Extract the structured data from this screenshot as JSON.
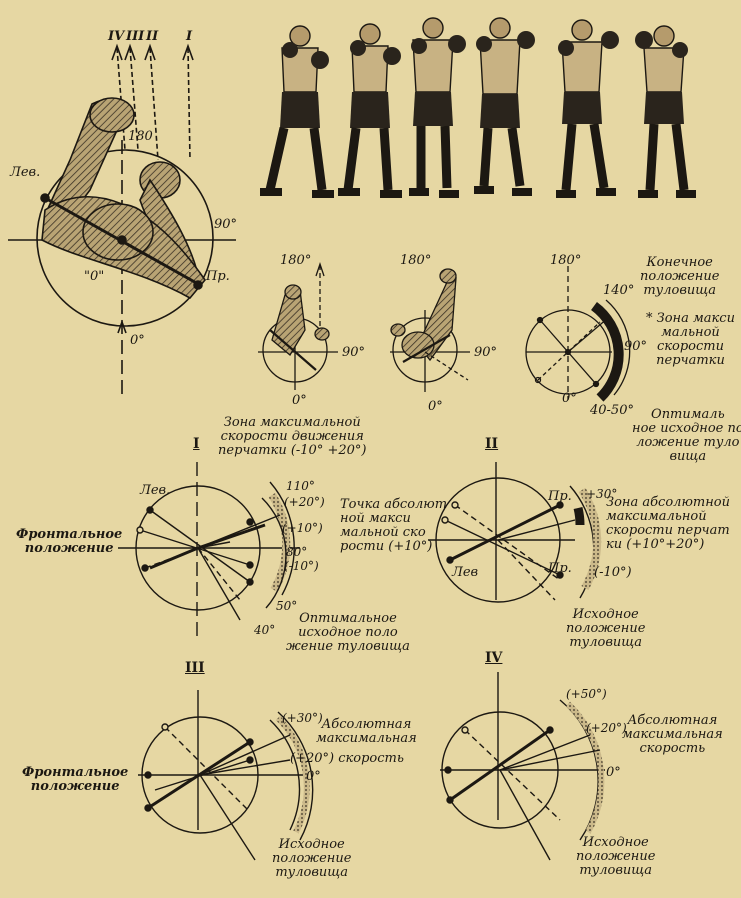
{
  "top_left": {
    "roman_labels": [
      "IV",
      "III",
      "II",
      "I"
    ],
    "label_left": "Лев.",
    "label_right": "Пр.",
    "deg_180": "180",
    "deg_90": "90°",
    "deg_0_center": "\"0\"",
    "deg_0_bottom": "0°"
  },
  "small_diagrams": {
    "left": {
      "deg_180": "180°",
      "deg_90": "90°",
      "deg_0": "0°"
    },
    "middle": {
      "deg_180": "180°",
      "deg_90": "90°",
      "deg_0": "0°"
    },
    "right": {
      "deg_180": "180°",
      "deg_140": "140°",
      "deg_90": "90°",
      "deg_0": "0°",
      "deg_40_50": "40-50°",
      "final_position": "Конечное\nположение\nтуловища",
      "max_speed_zone": "* Зона макси\nмальной\nскорости\nперчатки",
      "optimal_start": "Оптималь\nное исходное по\nложение туло\nвища"
    }
  },
  "diagram_I": {
    "roman": "I",
    "zone_title": "Зона максимальной\nскорости движения\nперчатки (-10° +20°)",
    "label_left": "Лев.",
    "frontal": "Фронтальное\nположение",
    "deg_110": "110°",
    "plus20": "(+20°)",
    "plus10": "(+10°)",
    "deg_80": "80°",
    "minus10": "(-10°)",
    "deg_50": "50°",
    "deg_40": "40°",
    "abs_point": "Точка абсолют\nной макси\nмальной ско\nрости (+10°)",
    "optimal": "Оптимальное\nисходное поло\nжение туловища"
  },
  "diagram_II": {
    "roman": "II",
    "plus30": "+30°",
    "label_pr_top": "Пр.",
    "label_pr_bottom": "Пр.",
    "label_left": "Лев",
    "zone_abs": "Зона абсолютной\nмаксимальной\nскорости перчат\nки (+10°+20°)",
    "minus10": "(-10°)",
    "start": "Исходное\nположение\nтуловища"
  },
  "diagram_III": {
    "roman": "III",
    "plus30": "(+30°)",
    "abs_max": "Абсолютная\nмаксимальная",
    "plus20_speed": "(+20°) скорость",
    "deg_0": "0°",
    "frontal": "Фронтальное\nположение",
    "start": "Исходное\nположение\nтуловища"
  },
  "diagram_IV": {
    "roman": "IV",
    "plus50": "(+50°)",
    "plus20": "(+20°)",
    "abs_max": "Абсолютная\nмаксимальная\nскорость",
    "deg_0": "0°",
    "start": "Исходное\nположение\nтуловища"
  },
  "colors": {
    "paper": "#e6d7a3",
    "ink": "#1c1812",
    "hatch": "#8c7a58"
  }
}
